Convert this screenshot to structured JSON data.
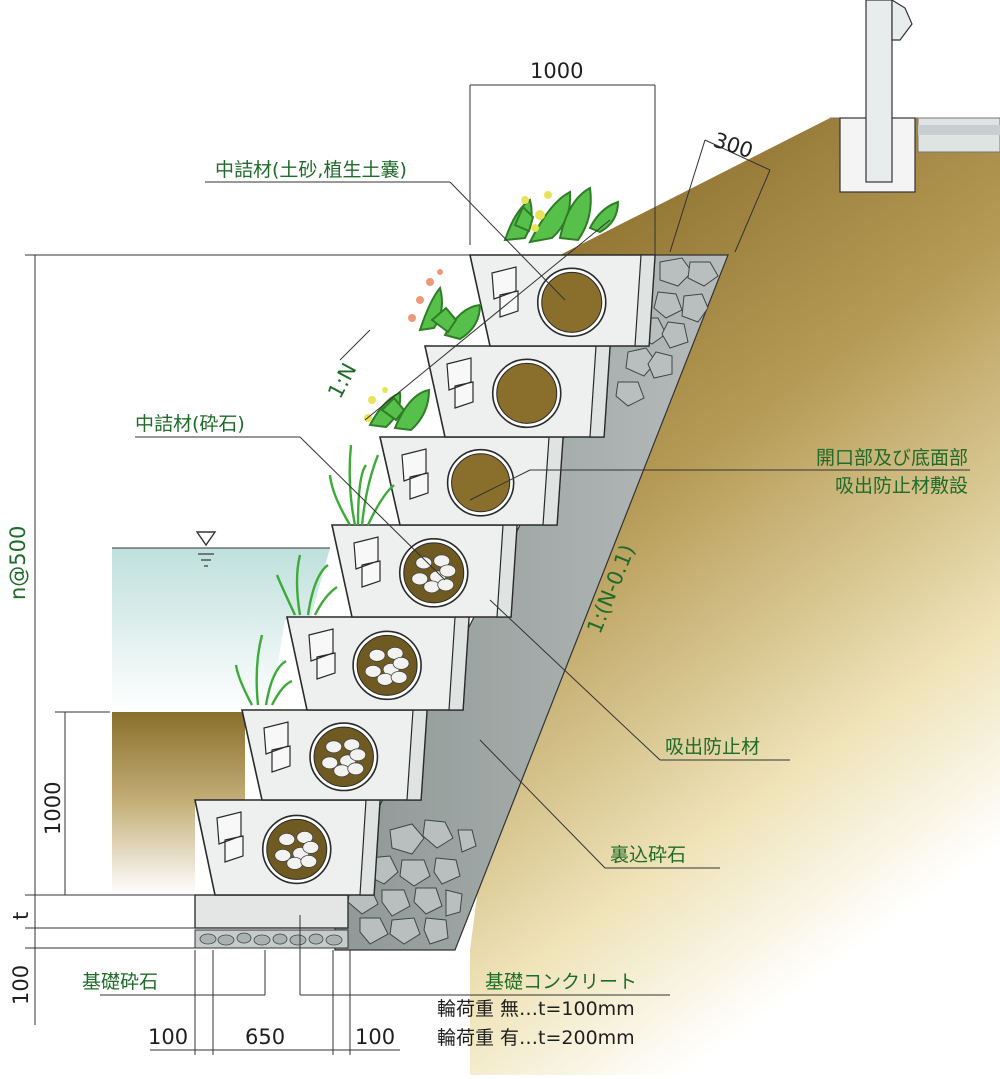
{
  "labels": {
    "fill_soil": "中詰材(土砂,植生土嚢)",
    "fill_crushed_stone": "中詰材(砕石)",
    "opening_line1": "開口部及び底面部",
    "opening_line2": "吸出防止材敷設",
    "suction_prevention": "吸出防止材",
    "backfill_stone": "裏込砕石",
    "base_stone": "基礎砕石",
    "base_concrete": "基礎コンクリート",
    "load_none": "輪荷重 無…t=100mm",
    "load_yes": "輪荷重 有…t=200mm"
  },
  "dimensions": {
    "top_width": "1000",
    "top_offset": "300",
    "slope_face": "1:N",
    "slope_back": "1:(N-0.1)",
    "height_total": "n@500",
    "height_block": "1000",
    "t": "t",
    "base_100": "100",
    "bottom_left": "100",
    "bottom_mid": "650",
    "bottom_right": "100"
  },
  "colors": {
    "soil": "#8a6f2c",
    "gravel": "#9aa2a0",
    "water": "#cfe8e4",
    "plants": "#3daa3a"
  }
}
